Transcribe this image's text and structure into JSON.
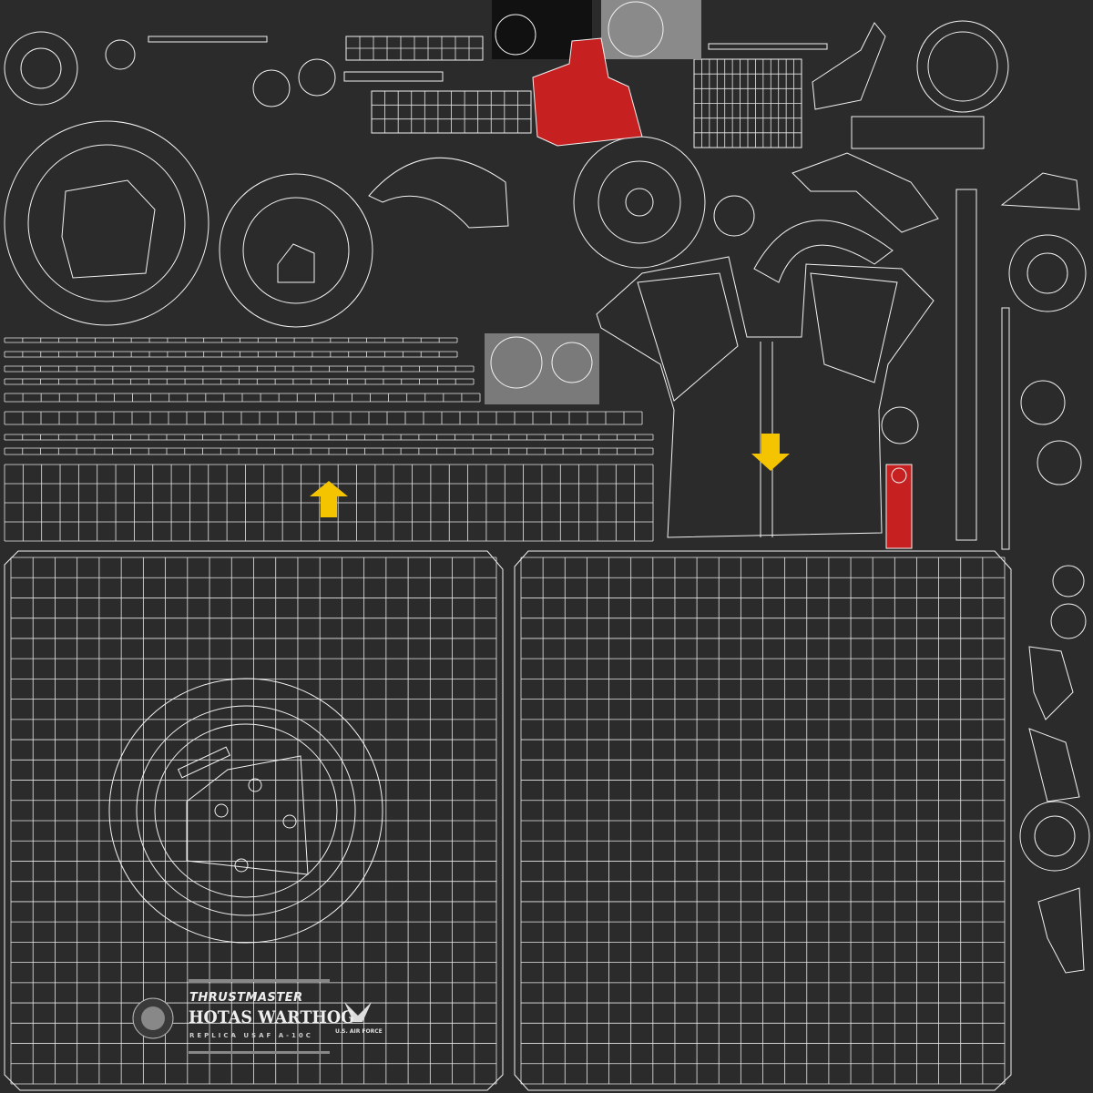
{
  "logo": {
    "brand": "THRUSTMASTER",
    "product": "HOTAS WARTHOG",
    "subtitle": "REPLICA USAF A-10C",
    "air_force": "U.S. AIR FORCE",
    "badge_text": "HOTAS WARTHOG"
  },
  "colors": {
    "background": "#2b2b2b",
    "wire": "#f2f2f2",
    "red_island": "#c62020",
    "arrow": "#f4c400"
  }
}
